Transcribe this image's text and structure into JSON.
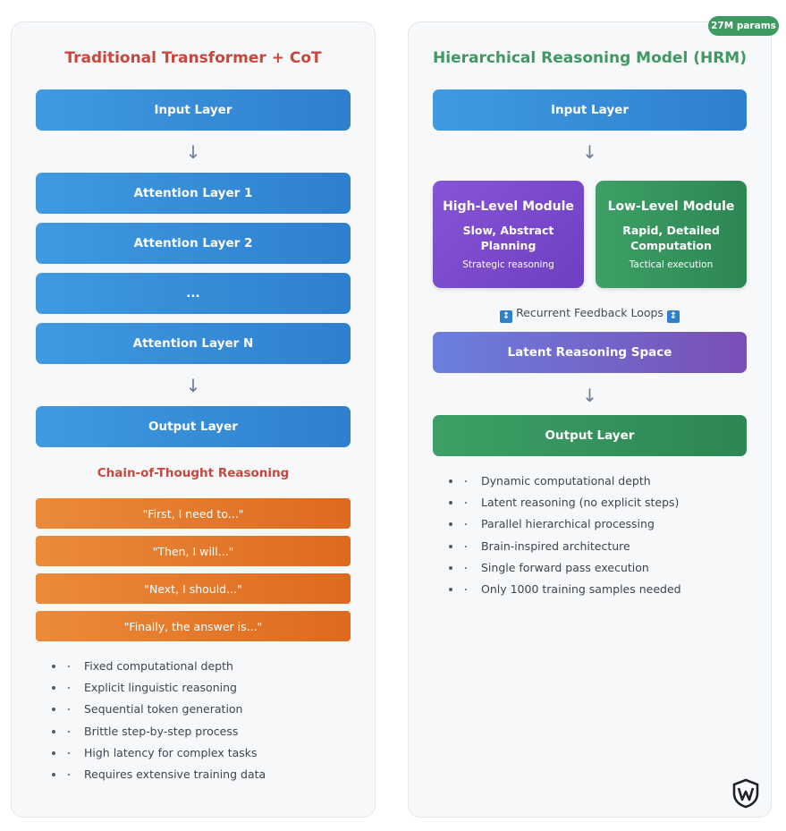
{
  "left": {
    "title": "Traditional Transformer + CoT",
    "input_layer": "Input Layer",
    "arrow": "↓",
    "attention_layers": [
      "Attention Layer 1",
      "Attention Layer 2",
      "...",
      "Attention Layer N"
    ],
    "output_layer": "Output Layer",
    "cot_title": "Chain-of-Thought Reasoning",
    "cot_steps": [
      "\"First, I need to...\"",
      "\"Then, I will...\"",
      "\"Next, I should...\"",
      "\"Finally, the answer is...\""
    ],
    "bullets": [
      "Fixed computational depth",
      "Explicit linguistic reasoning",
      "Sequential token generation",
      "Brittle step-by-step process",
      "High latency for complex tasks",
      "Requires extensive training data"
    ]
  },
  "right": {
    "badge": "27M params",
    "title": "Hierarchical Reasoning Model (HRM)",
    "input_layer": "Input Layer",
    "arrow": "↓",
    "high_module": {
      "title": "High-Level Module",
      "subtitle": "Slow, Abstract Planning",
      "note": "Strategic reasoning"
    },
    "low_module": {
      "title": "Low-Level Module",
      "subtitle": "Rapid, Detailed Computation",
      "note": "Tactical execution"
    },
    "feedback": {
      "icon": "↕",
      "label": "Recurrent Feedback Loops"
    },
    "latent": "Latent Reasoning Space",
    "output_layer": "Output Layer",
    "bullets": [
      "Dynamic computational depth",
      "Latent reasoning (no explicit steps)",
      "Parallel hierarchical processing",
      "Brain-inspired architecture",
      "Single forward pass execution",
      "Only 1000 training samples needed"
    ]
  },
  "colors": {
    "blue": "#2f7fcf",
    "orange": "#dd6a1e",
    "green": "#2d8654",
    "purple": "#6e3fc2",
    "title_red": "#c9463d",
    "title_green": "#3f9960"
  },
  "icons": {
    "logo": "shield-logo-icon",
    "feedback": "up-down-arrow-icon"
  }
}
